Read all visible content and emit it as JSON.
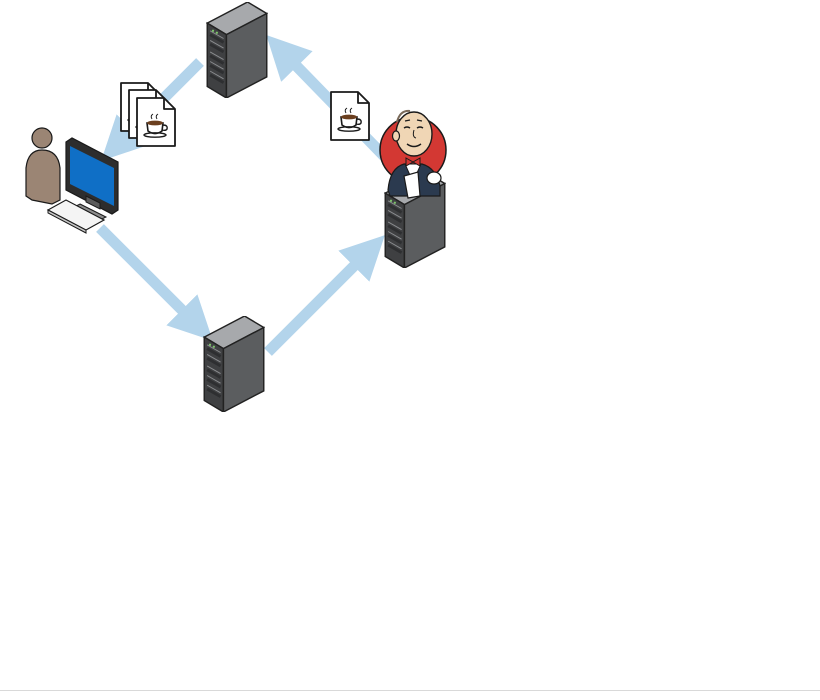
{
  "diagram": {
    "colors": {
      "arrow": "#b3d4eb",
      "server_body": "#5b5d5f",
      "server_light": "#8a8c8f",
      "server_dark": "#2e2f31",
      "monitor_screen": "#0f6fc6",
      "person": "#9b8574",
      "jenkins_badge": "#d33833",
      "document_stroke": "#1a1a1a"
    },
    "nodes": [
      {
        "id": "developer-workstation",
        "icon": "user-at-computer-icon"
      },
      {
        "id": "top-server",
        "icon": "server-icon"
      },
      {
        "id": "bottom-server",
        "icon": "server-icon"
      },
      {
        "id": "jenkins-server",
        "icon": "jenkins-butler-icon"
      }
    ],
    "artifacts": [
      {
        "id": "java-artifact-stack",
        "icon": "java-artifact-icon",
        "count": 3
      },
      {
        "id": "java-artifact-single",
        "icon": "java-artifact-icon",
        "count": 1
      }
    ],
    "flows": [
      {
        "from": "developer-workstation",
        "to": "bottom-server"
      },
      {
        "from": "bottom-server",
        "to": "jenkins-server"
      },
      {
        "from": "jenkins-server",
        "to": "top-server"
      },
      {
        "from": "top-server",
        "to": "developer-workstation"
      }
    ]
  }
}
